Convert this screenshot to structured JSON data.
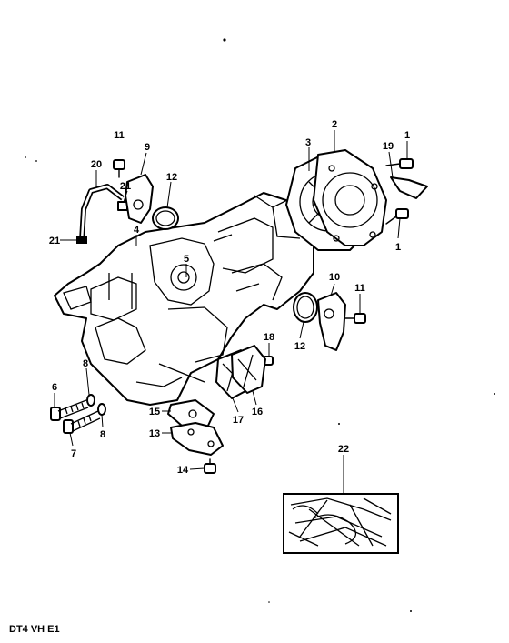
{
  "diagram": {
    "code": "DT4 VH E1",
    "callouts": [
      {
        "id": "c1a",
        "text": "1"
      },
      {
        "id": "c1b",
        "text": "1"
      },
      {
        "id": "c2",
        "text": "2"
      },
      {
        "id": "c3",
        "text": "3"
      },
      {
        "id": "c4",
        "text": "4"
      },
      {
        "id": "c5",
        "text": "5"
      },
      {
        "id": "c6",
        "text": "6"
      },
      {
        "id": "c7",
        "text": "7"
      },
      {
        "id": "c8a",
        "text": "8"
      },
      {
        "id": "c8b",
        "text": "8"
      },
      {
        "id": "c9",
        "text": "9"
      },
      {
        "id": "c10",
        "text": "10"
      },
      {
        "id": "c11a",
        "text": "11"
      },
      {
        "id": "c11b",
        "text": "11"
      },
      {
        "id": "c12a",
        "text": "12"
      },
      {
        "id": "c12b",
        "text": "12"
      },
      {
        "id": "c13",
        "text": "13"
      },
      {
        "id": "c14",
        "text": "14"
      },
      {
        "id": "c15",
        "text": "15"
      },
      {
        "id": "c16",
        "text": "16"
      },
      {
        "id": "c17",
        "text": "17"
      },
      {
        "id": "c18",
        "text": "18"
      },
      {
        "id": "c19",
        "text": "19"
      },
      {
        "id": "c20",
        "text": "20"
      },
      {
        "id": "c21a",
        "text": "21"
      },
      {
        "id": "c21b",
        "text": "21"
      },
      {
        "id": "c22",
        "text": "22"
      }
    ]
  }
}
